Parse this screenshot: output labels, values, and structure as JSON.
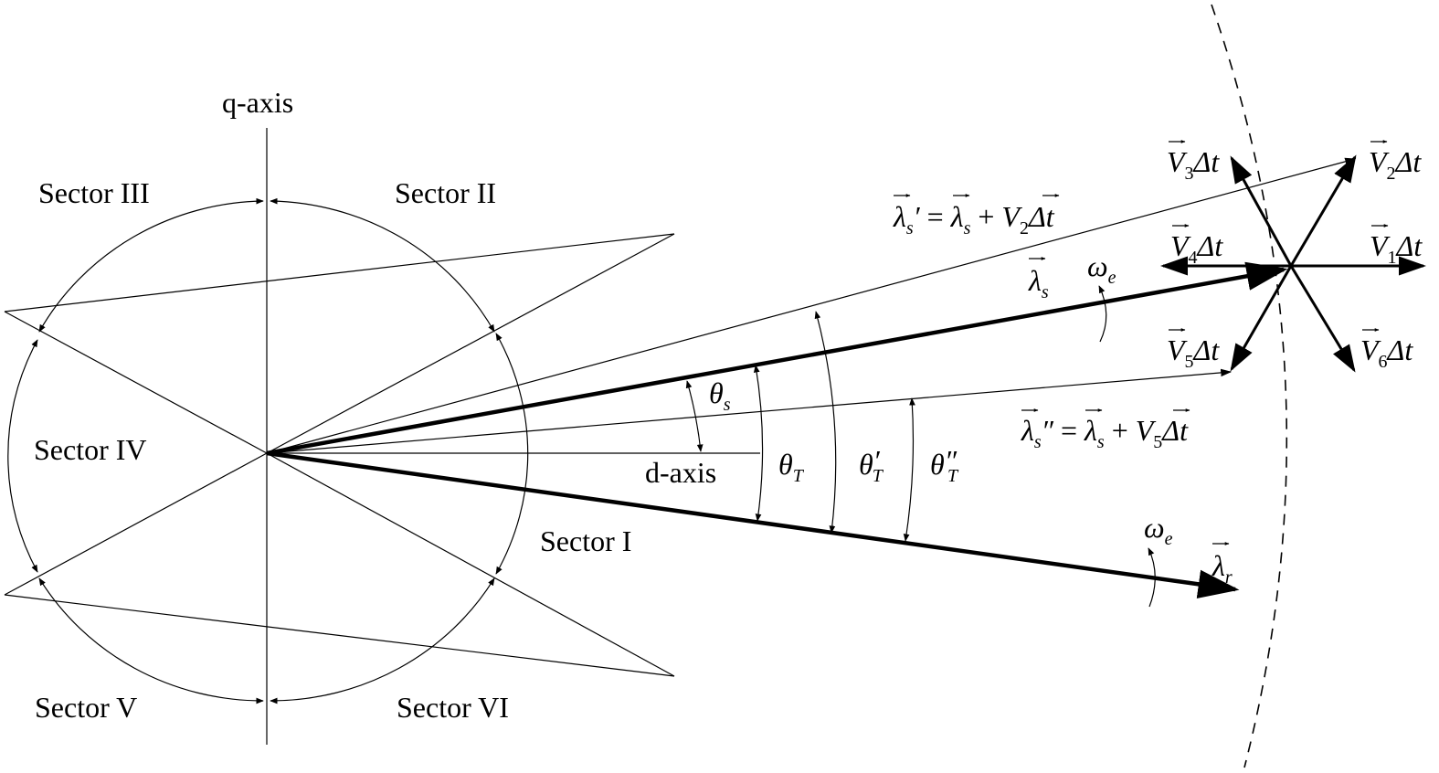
{
  "axes": {
    "q": "q-axis",
    "d": "d-axis"
  },
  "sectors": {
    "I": "Sector I",
    "II": "Sector II",
    "III": "Sector III",
    "IV": "Sector IV",
    "V": "Sector V",
    "VI": "Sector VI"
  },
  "vectors": {
    "lambda_s": {
      "sym": "λ",
      "sub": "s"
    },
    "lambda_r": {
      "sym": "λ",
      "sub": "r"
    },
    "eq_prime": {
      "lhs": "λ",
      "lhs_sub": "s",
      "lhs_mark": "′",
      "eq": " = ",
      "rhs_sym": "λ",
      "rhs_sub": "s",
      "plus": " + ",
      "v_sym": "V",
      "v_sub": "2",
      "dt": "Δt"
    },
    "eq_dprime": {
      "lhs": "λ",
      "lhs_sub": "s",
      "lhs_mark": "″",
      "eq": " = ",
      "rhs_sym": "λ",
      "rhs_sub": "s",
      "plus": " + ",
      "v_sym": "V",
      "v_sub": "5",
      "dt": "Δt"
    }
  },
  "voltage_vectors": [
    {
      "sym": "V",
      "sub": "1",
      "dt": "Δt"
    },
    {
      "sym": "V",
      "sub": "2",
      "dt": "Δt"
    },
    {
      "sym": "V",
      "sub": "3",
      "dt": "Δt"
    },
    {
      "sym": "V",
      "sub": "4",
      "dt": "Δt"
    },
    {
      "sym": "V",
      "sub": "5",
      "dt": "Δt"
    },
    {
      "sym": "V",
      "sub": "6",
      "dt": "Δt"
    }
  ],
  "angles": {
    "theta_s": {
      "sym": "θ",
      "sub": "s"
    },
    "theta_T": {
      "sym": "θ",
      "sub": "T"
    },
    "theta_T_prime": {
      "sym": "θ",
      "mark": "′",
      "sub": "T"
    },
    "theta_T_dprime": {
      "sym": "θ",
      "mark": "″",
      "sub": "T"
    }
  },
  "rotation": {
    "sym": "ω",
    "sub": "e"
  }
}
